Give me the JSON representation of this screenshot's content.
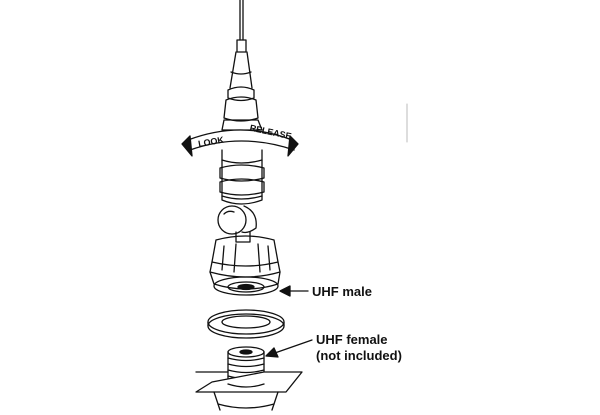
{
  "diagram": {
    "rotation_labels": {
      "lock": "LOOK",
      "release": "RELEASE"
    },
    "callouts": {
      "uhf_male": "UHF male",
      "uhf_female": "UHF female",
      "uhf_female_note": "(not included)"
    }
  }
}
